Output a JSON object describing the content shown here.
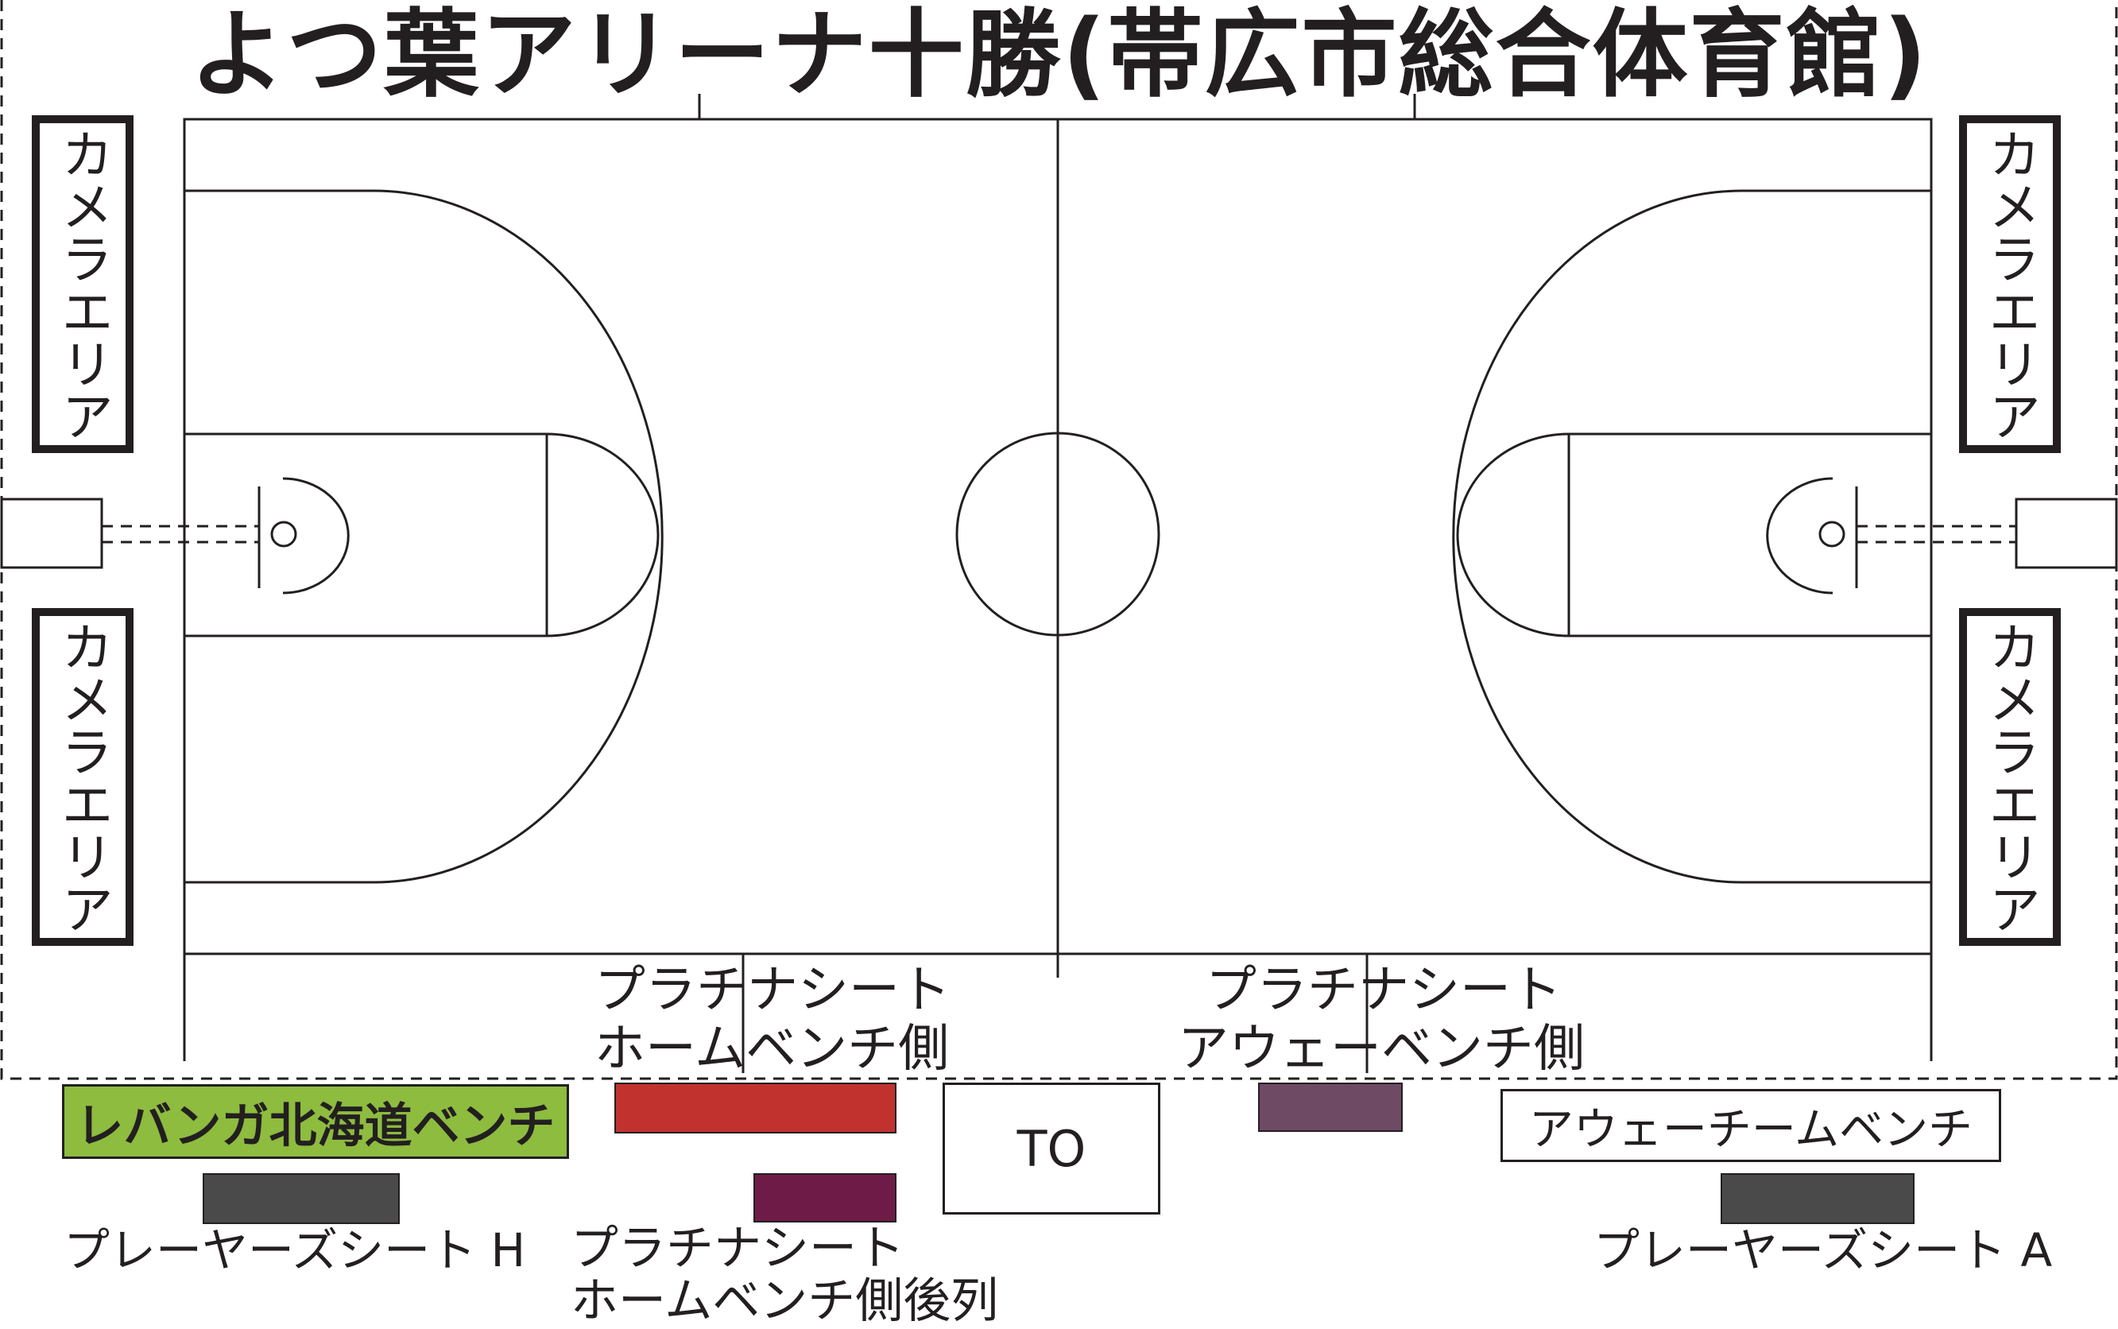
{
  "title": "よつ葉アリーナ十勝(帯広市総合体育館)",
  "camera_area": {
    "label": "カメラエリア",
    "positions": [
      "top-left",
      "bottom-left",
      "top-right",
      "bottom-right"
    ]
  },
  "court_labels": {
    "platinum_home_line1": "プラチナシート",
    "platinum_home_line2": "ホームベンチ側",
    "platinum_away_line1": "プラチナシート",
    "platinum_away_line2": "アウェーベンチ側"
  },
  "seating": {
    "home_bench": "レバンガ北海道ベンチ",
    "table_officials": "TO",
    "away_bench": "アウェーチームベンチ",
    "players_seat_h": "プレーヤーズシート H",
    "players_seat_a": "プレーヤーズシート A",
    "platinum_back_line1": "プラチナシート",
    "platinum_back_line2": "ホームベンチ側後列"
  },
  "colors": {
    "home_bench_bg": "#8dbc3f",
    "platinum_home": "#c1322e",
    "platinum_home_back": "#6e1b47",
    "platinum_away": "#6f4a64",
    "players_seat": "#4a4a4a",
    "lines": "#231f20"
  }
}
